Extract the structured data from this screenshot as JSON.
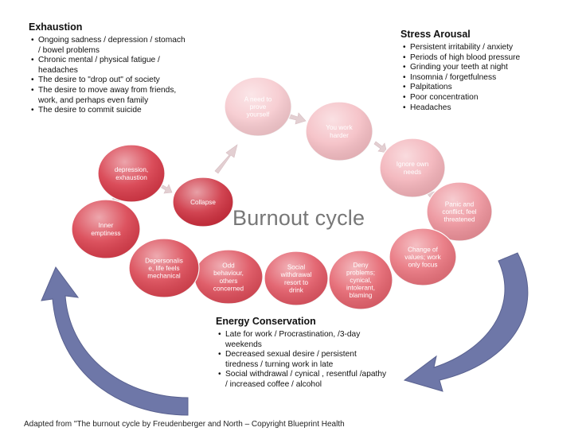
{
  "title": "Burnout cycle",
  "exhaustion": {
    "heading": "Exhaustion",
    "items": [
      "Ongoing sadness / depression / stomach / bowel problems",
      "Chronic mental / physical fatigue / headaches",
      "The desire to \"drop out\" of society",
      "The desire to move away from friends, work, and perhaps even family",
      "The desire to commit suicide"
    ]
  },
  "stress": {
    "heading": "Stress Arousal",
    "items": [
      "Persistent irritability / anxiety",
      "Periods of high blood pressure",
      "Grinding your teeth at night",
      "Insomnia  / forgetfulness",
      "Palpitations",
      "Poor concentration",
      "Headaches"
    ]
  },
  "energy": {
    "heading": "Energy Conservation",
    "items": [
      "Late for work / Procrastination, /3-day weekends",
      "Decreased sexual desire / persistent tiredness  / turning work in late",
      "Social withdrawal /  cynical , resentful /apathy / increased coffee / alcohol"
    ]
  },
  "nodes": [
    {
      "lines": [
        "A need to",
        "prove",
        "yourself"
      ],
      "color": "#f6c8cd"
    },
    {
      "lines": [
        "You work",
        "harder"
      ],
      "color": "#f4bcc2"
    },
    {
      "lines": [
        "Ignore own",
        "needs"
      ],
      "color": "#f2b0b7"
    },
    {
      "lines": [
        "Panic and",
        "conflict, feel",
        "threatened"
      ],
      "color": "#ec8f98"
    },
    {
      "lines": [
        "Change of",
        "values; work",
        "only focus"
      ],
      "color": "#e8707a"
    },
    {
      "lines": [
        "Deny",
        "problems;",
        "cynical,",
        "intolerant,",
        "blaming"
      ],
      "color": "#e4606b"
    },
    {
      "lines": [
        "Social",
        "withdrawal",
        "resort to",
        "drink"
      ],
      "color": "#e05461"
    },
    {
      "lines": [
        "Odd",
        "behaviour,",
        "others",
        "concerned"
      ],
      "color": "#dc4a57"
    },
    {
      "lines": [
        "Depersonalis",
        "e, life feels",
        "mechanical"
      ],
      "color": "#d9424f"
    },
    {
      "lines": [
        "Inner",
        "emptiness"
      ],
      "color": "#d83c4a"
    },
    {
      "lines": [
        "depression,",
        "exhaustion"
      ],
      "color": "#d63645"
    },
    {
      "lines": [
        "Collapse"
      ],
      "color": "#cc2c3b"
    }
  ],
  "colors": {
    "big_arrow": "#6e77a8",
    "small_arrow": "#e0c8cb",
    "title": "#777777"
  },
  "credit": "Adapted from \"The burnout cycle by Freudenberger and North – Copyright Blueprint Health"
}
